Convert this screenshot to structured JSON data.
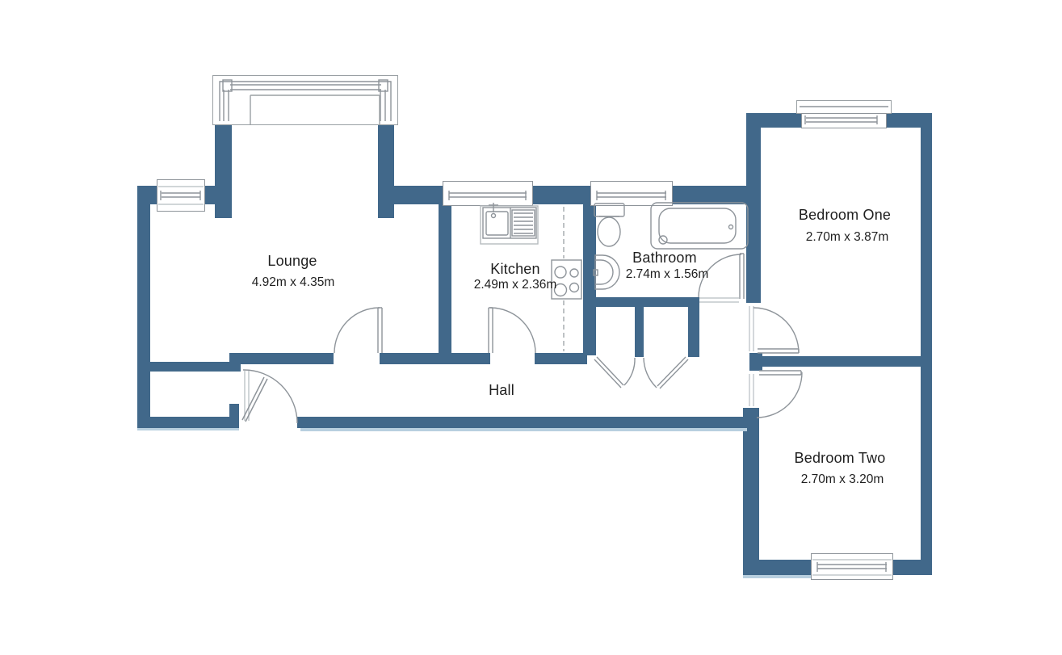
{
  "plan": {
    "rooms": [
      {
        "name": "Lounge",
        "dims": "4.92m x 4.35m"
      },
      {
        "name": "Kitchen",
        "dims": "2.49m x 2.36m"
      },
      {
        "name": "Bathroom",
        "dims": "2.74m x 1.56m"
      },
      {
        "name": "Hall",
        "dims": ""
      },
      {
        "name": "Bedroom One",
        "dims": "2.70m x 3.87m"
      },
      {
        "name": "Bedroom Two",
        "dims": "2.70m x 3.20m"
      }
    ],
    "colors": {
      "wall": "#41688A",
      "door_line": "#8E949A",
      "window_frame": "#8E949A",
      "wall_shadow": "#B8CFDF",
      "text": "#1F1F1F"
    },
    "fixtures": [
      "sink-drainer-icon",
      "hob-icon",
      "toilet-icon",
      "bathtub-icon",
      "basin-icon"
    ],
    "windows": [
      "bay-window",
      "lounge-window",
      "kitchen-window",
      "bathroom-window",
      "bedroom-one-window",
      "bedroom-two-window"
    ]
  }
}
